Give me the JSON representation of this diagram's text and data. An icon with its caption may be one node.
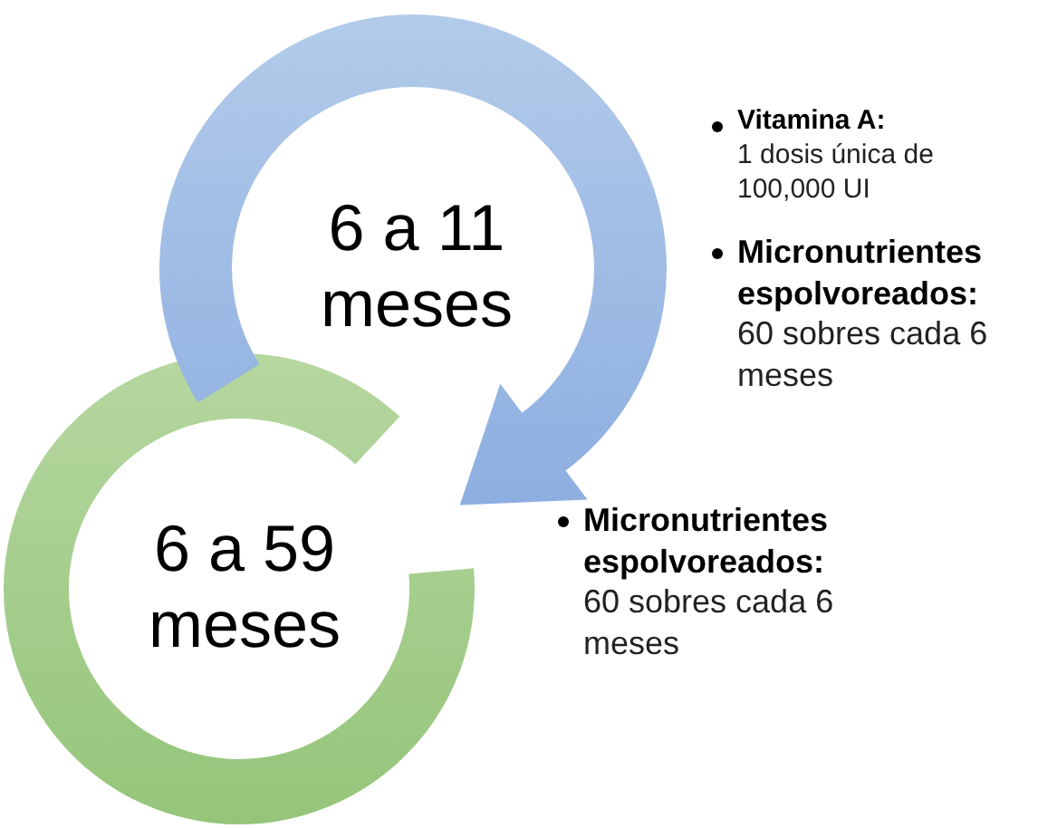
{
  "diagram": {
    "nodes": [
      {
        "text": [
          "6 a 11 meses"
        ],
        "beside": [
          "**Vitamina A:** 1 dosis única de 100,000 UI",
          "**Micronutrientes espolvoreados:** 60 sobres cada 6 meses"
        ]
      },
      {
        "text": [
          "6 a 59 meses"
        ]
      }
    ],
    "labels": [
      "**Micronutrientes espolvoreados:** 60 sobres cada 6 meses"
    ]
  }
}
